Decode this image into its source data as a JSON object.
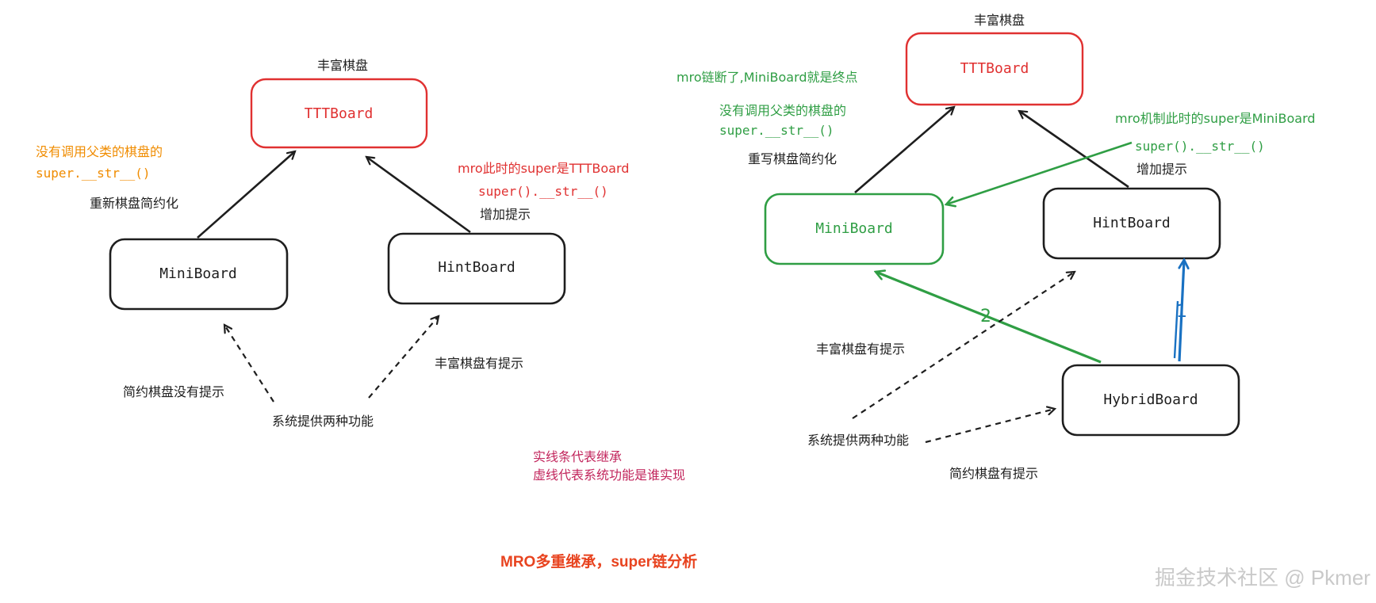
{
  "colors": {
    "black": "#1e1e1e",
    "red": "#e03131",
    "green": "#2f9e44",
    "orange": "#f08c00",
    "blue": "#1971c2",
    "magenta": "#c2255c",
    "title_red": "#e8431f",
    "watermark": "#c9c9c9"
  },
  "left": {
    "top_label": "丰富棋盘",
    "tttboard": "TTTBoard",
    "miniboard": "MiniBoard",
    "hintboard": "HintBoard",
    "note_orange_1": "没有调用父类的棋盘的",
    "note_orange_2": "super.__str__()",
    "mini_edge_label": "重新棋盘简约化",
    "note_red_1": "mro此时的super是TTTBoard",
    "note_red_2": "super().__str__()",
    "hint_edge_label": "增加提示",
    "mini_dashed_label": "简约棋盘没有提示",
    "hint_dashed_label": "丰富棋盘有提示",
    "system_label": "系统提供两种功能"
  },
  "right": {
    "top_label": "丰富棋盘",
    "tttboard": "TTTBoard",
    "miniboard": "MiniBoard",
    "hintboard": "HintBoard",
    "hybridboard": "HybridBoard",
    "note_green_chain": "mro链断了,MiniBoard就是终点",
    "note_green_no_call_1": "没有调用父类的棋盘的",
    "note_green_no_call_2": "super.__str__()",
    "mini_edge_label": "重写棋盘简约化",
    "note_green_mro_1": "mro机制此时的super是MiniBoard",
    "note_green_mro_2": "super().__str__()",
    "hint_edge_label": "增加提示",
    "rich_label": "丰富棋盘有提示",
    "system_label": "系统提供两种功能",
    "simple_label": "简约棋盘有提示",
    "step_1": "1",
    "step_2": "2"
  },
  "legend": {
    "solid": "实线条代表继承",
    "dashed": "虚线代表系统功能是谁实现"
  },
  "title": "MRO多重继承，super链分析",
  "watermark": "掘金技术社区 @ Pkmer"
}
